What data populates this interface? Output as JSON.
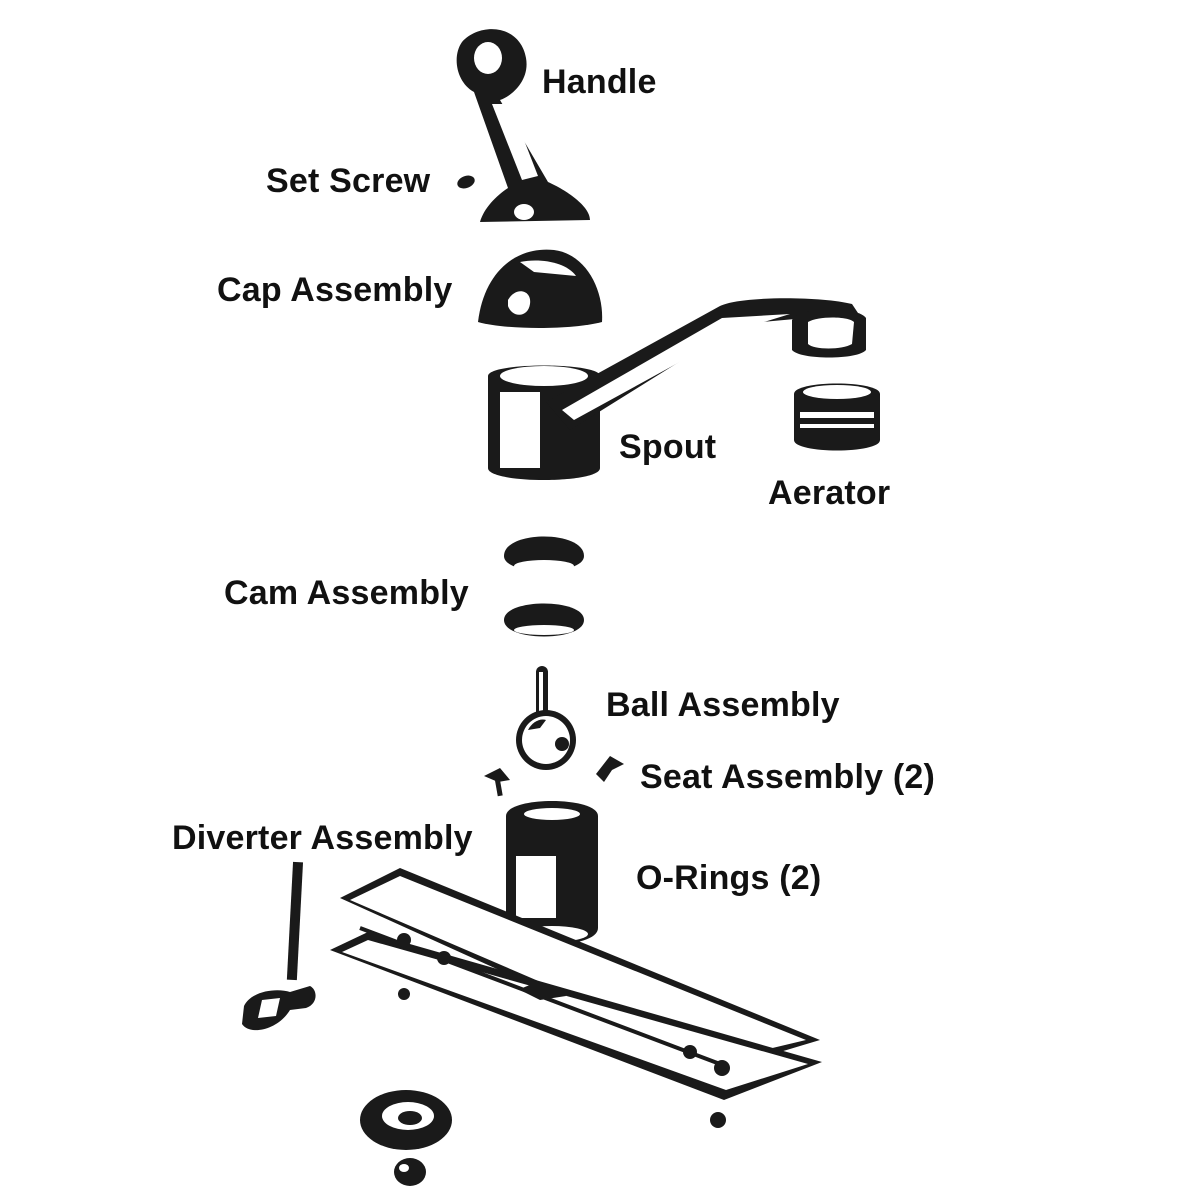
{
  "colors": {
    "ink": "#1a1a1a",
    "paper": "#ffffff"
  },
  "labels": {
    "handle": "Handle",
    "set_screw": "Set Screw",
    "cap_assembly": "Cap Assembly",
    "spout": "Spout",
    "aerator": "Aerator",
    "cam_assembly": "Cam Assembly",
    "ball_assembly": "Ball Assembly",
    "seat_assembly": "Seat Assembly (2)",
    "diverter_assembly": "Diverter Assembly",
    "o_rings": "O-Rings (2)"
  }
}
